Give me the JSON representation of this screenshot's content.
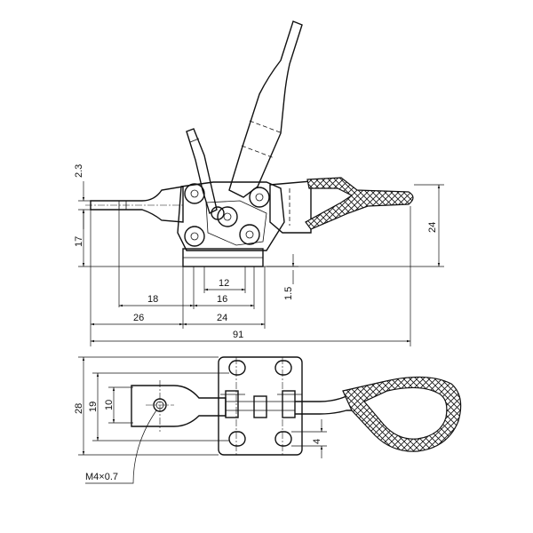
{
  "dimensions": {
    "d_2_3": "2.3",
    "d_17": "17",
    "d_24_right": "24",
    "d_12": "12",
    "d_1_5": "1.5",
    "d_18": "18",
    "d_16": "16",
    "d_26": "26",
    "d_24_bottom": "24",
    "d_91": "91",
    "d_28": "28",
    "d_19": "19",
    "d_10": "10",
    "d_4": "4"
  },
  "thread_callout": "M4×0.7"
}
